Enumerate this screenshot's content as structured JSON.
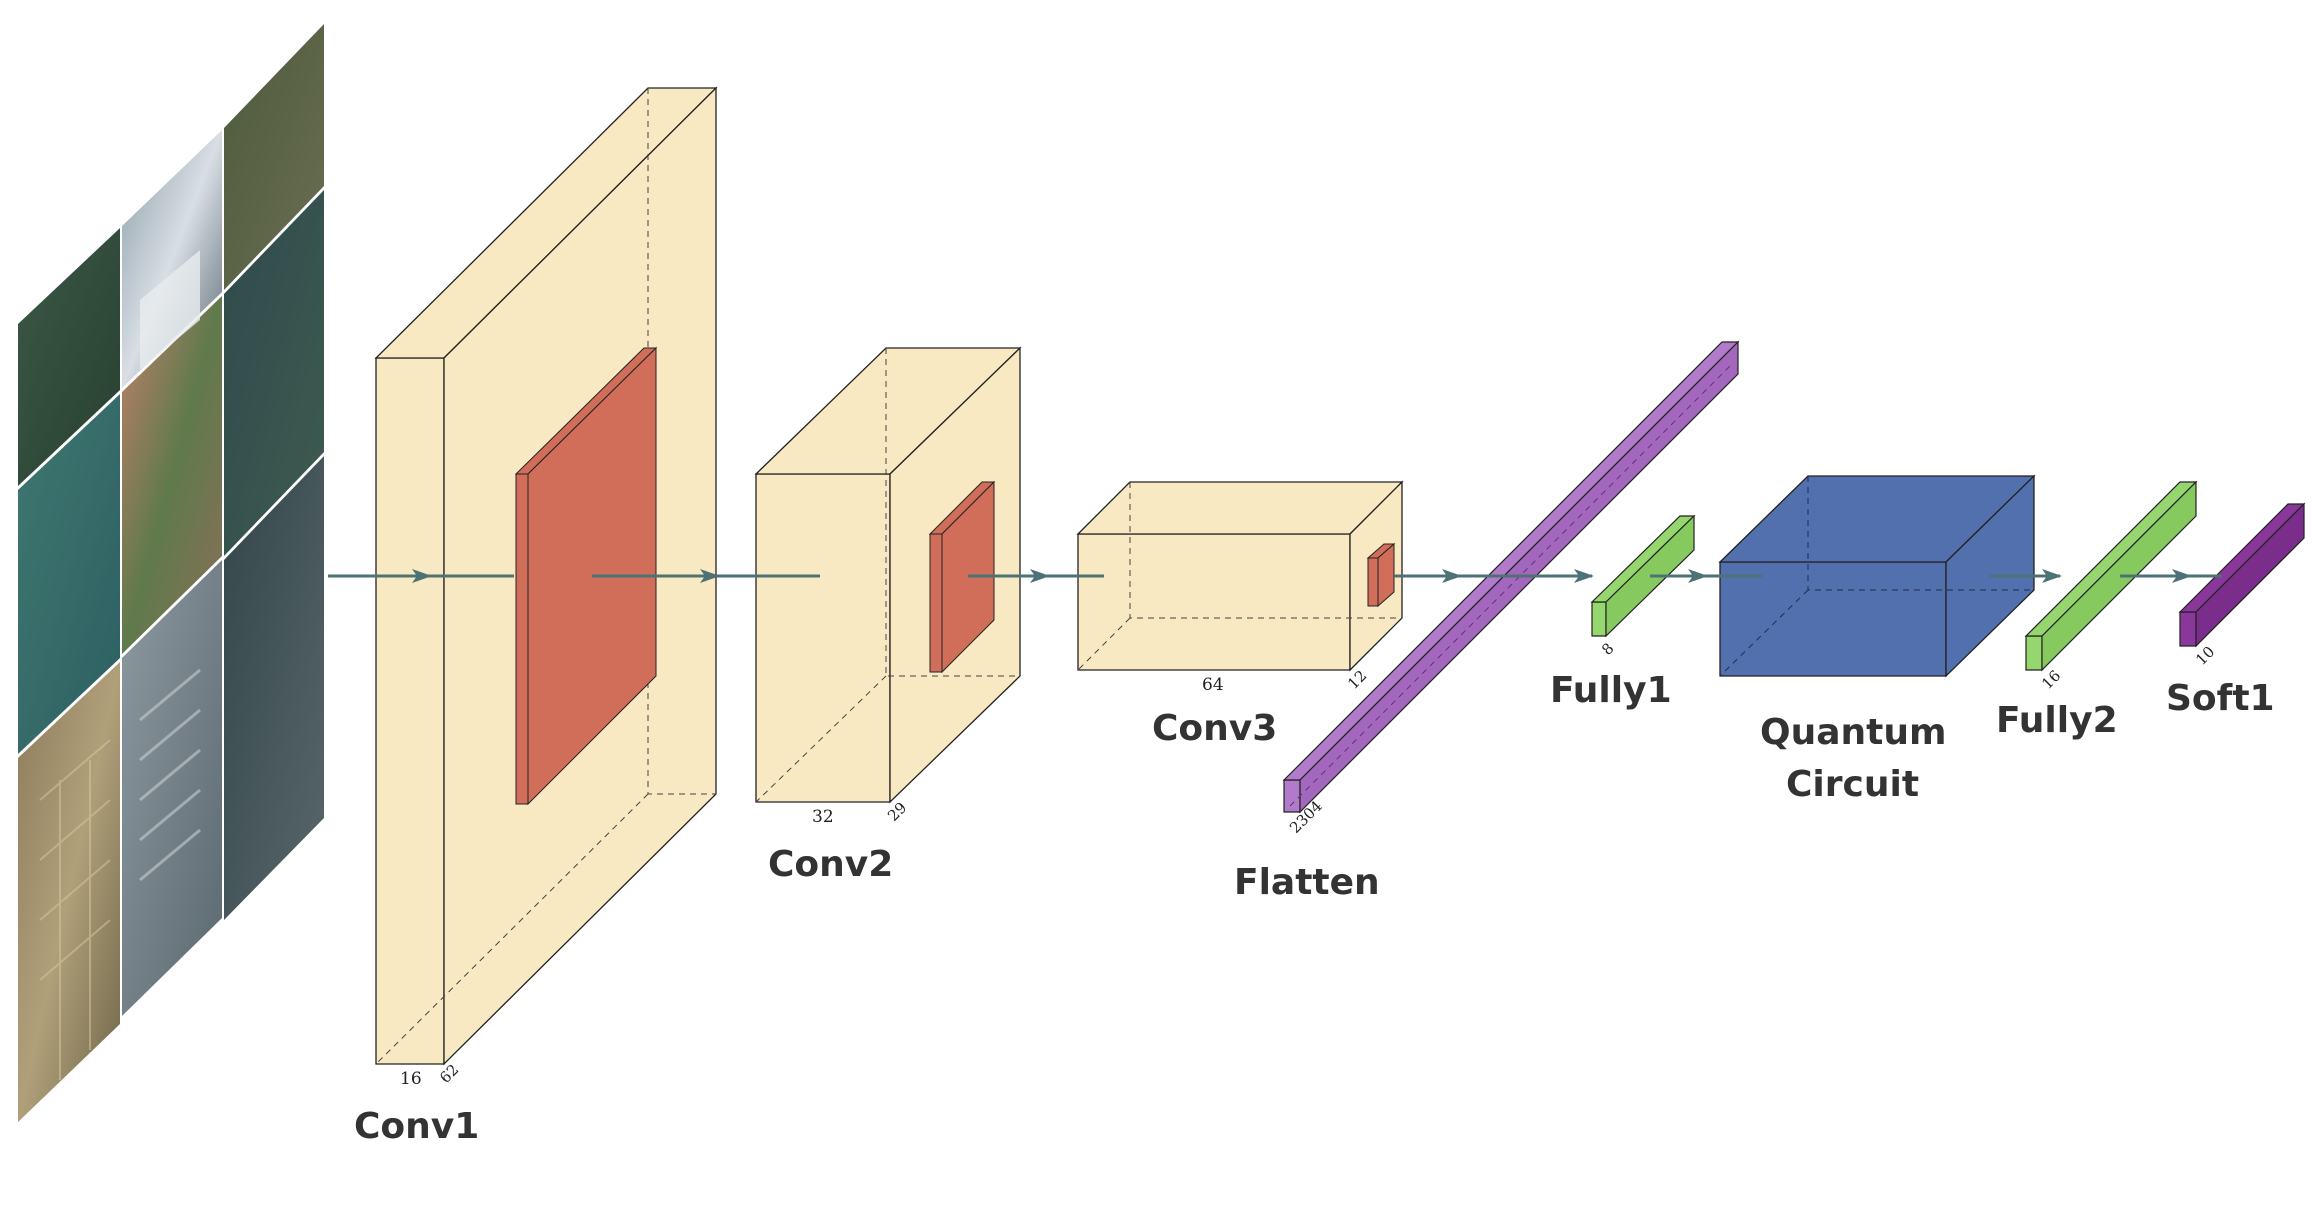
{
  "colors": {
    "conv_fill": "#f9e9c2",
    "kernel_fill": "#d06e5a",
    "flatten_fill": "#b27acb",
    "fully_fill": "#95d66e",
    "quantum_fill": "#5270ad",
    "soft_fill": "#8a379b",
    "arrow": "#4d7275",
    "edge": "#222222"
  },
  "layers": {
    "conv1": {
      "label": "Conv1",
      "dim_width": "16",
      "dim_depth": "62"
    },
    "conv2": {
      "label": "Conv2",
      "dim_width": "32",
      "dim_depth": "29"
    },
    "conv3": {
      "label": "Conv3",
      "dim_width": "64",
      "dim_depth": "12"
    },
    "flatten": {
      "label": "Flatten",
      "dim": "2304"
    },
    "fully1": {
      "label": "Fully1",
      "dim": "8"
    },
    "quantum": {
      "label_line1": "Quantum",
      "label_line2": "Circuit"
    },
    "fully2": {
      "label": "Fully2",
      "dim": "16"
    },
    "soft1": {
      "label": "Soft1",
      "dim": "10"
    }
  },
  "input_image": {
    "tiles": 9,
    "description_icon": "satellite-image-grid"
  }
}
